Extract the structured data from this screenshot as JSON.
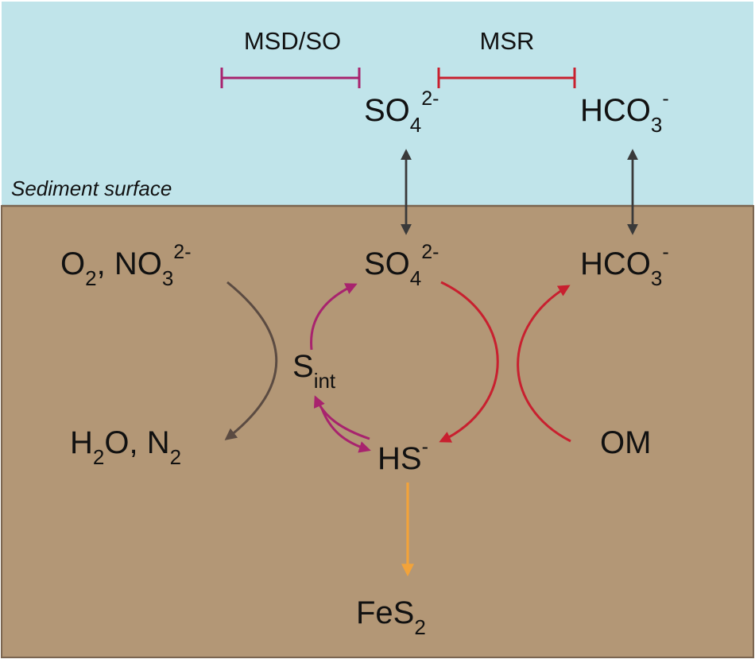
{
  "colors": {
    "water": "#c0e4ea",
    "sediment": "#b39776",
    "sediment_edge": "#7b6550",
    "exchange_arrow": "#3a3a3a",
    "oxidant_arrow": "#5b4b42",
    "msr": "#c8202f",
    "msd_so": "#a8236e",
    "pyrite_arrow": "#f2a33a",
    "text": "#111111"
  },
  "icons": {
    "bracket": "t-bar-bracket-icon",
    "arrow": "arrowhead-icon",
    "double_arrow": "double-headed-arrow-icon"
  },
  "labels": {
    "msd_so": "MSD/SO",
    "msr": "MSR",
    "surface": "Sediment surface",
    "water_so4": {
      "base": "SO",
      "sub": "4",
      "sup": "2-"
    },
    "water_hco3": {
      "base": "HCO",
      "sub": "3",
      "sup": "-"
    },
    "sed_so4": {
      "base": "SO",
      "sub": "4",
      "sup": "2-"
    },
    "sed_hco3": {
      "base": "HCO",
      "sub": "3",
      "sup": "-"
    },
    "o2_no3": {
      "a": "O",
      "a_sub": "2",
      "sep": ", NO",
      "b_sub": "3",
      "b_sup": "2-"
    },
    "h2o_n2": {
      "a": "H",
      "a_sub": "2",
      "mid": "O, N",
      "b_sub": "2"
    },
    "sint": {
      "base": "S",
      "sub": "int"
    },
    "hs": {
      "base": "HS",
      "sup": "-"
    },
    "om": "OM",
    "fes2": {
      "base": "FeS",
      "sub": "2"
    }
  }
}
